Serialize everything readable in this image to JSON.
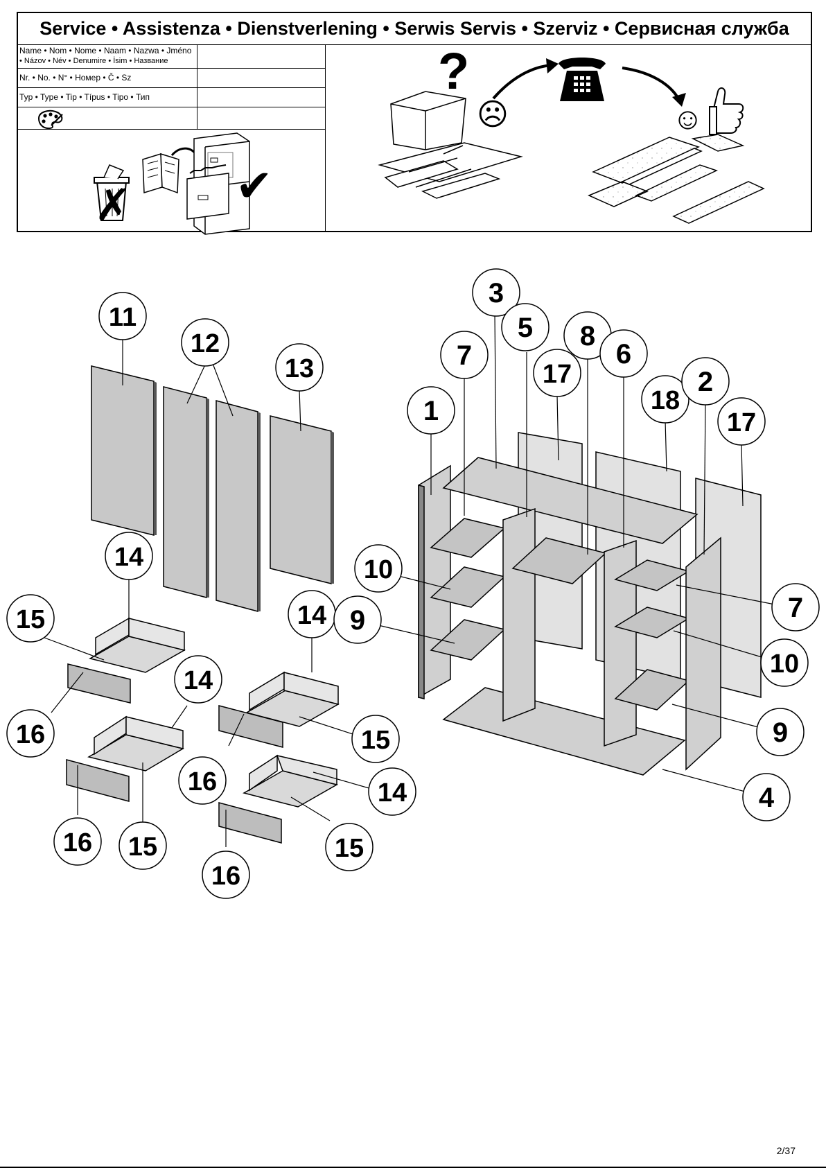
{
  "service": {
    "title": "Service • Assistenza • Dienstverlening • Serwis Servis • Szerviz • Сервисная служба",
    "name_label_line1": "Name • Nom • Nome • Naam • Nazwa • Jméno",
    "name_label_line2": "• Názov • Név • Denumire • İsim • Название",
    "number_label": "Nr. • No. • N° • Номер • Č • Sz",
    "type_label": "Typ • Type • Tip • Típus • Tipo • Тип",
    "color_icon": "palette-icon",
    "name_value": "",
    "number_value": "",
    "type_value": "",
    "color_value": ""
  },
  "parts": [
    "1",
    "2",
    "3",
    "4",
    "5",
    "6",
    "7",
    "7",
    "8",
    "9",
    "9",
    "10",
    "10",
    "11",
    "12",
    "13",
    "14",
    "14",
    "14",
    "14",
    "15",
    "15",
    "15",
    "15",
    "16",
    "16",
    "16",
    "16",
    "17",
    "17",
    "18"
  ],
  "callouts": {
    "c1": "1",
    "c2": "2",
    "c3": "3",
    "c4": "4",
    "c5": "5",
    "c6": "6",
    "c7a": "7",
    "c7b": "7",
    "c8": "8",
    "c9a": "9",
    "c9b": "9",
    "c10a": "10",
    "c10b": "10",
    "c11": "11",
    "c12": "12",
    "c13": "13",
    "c14a": "14",
    "c14b": "14",
    "c14c": "14",
    "c14d": "14",
    "c15a": "15",
    "c15b": "15",
    "c15c": "15",
    "c15d": "15",
    "c16a": "16",
    "c16b": "16",
    "c16c": "16",
    "c16d": "16",
    "c17a": "17",
    "c17b": "17",
    "c18": "18"
  },
  "icons": {
    "question": "?",
    "sad_face": "☹",
    "happy_face": "☺",
    "phone": "telephone-icon",
    "thumbs_up": "thumbs-up-icon",
    "check": "✔",
    "cross": "✗"
  },
  "page_number": "2/37"
}
